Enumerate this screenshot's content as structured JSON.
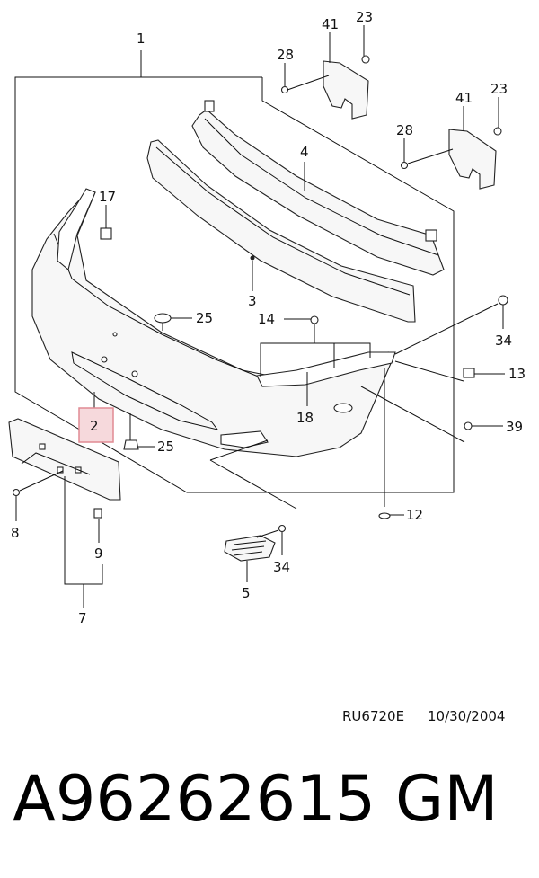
{
  "callouts": {
    "c1": "1",
    "c2": "2",
    "c3": "3",
    "c4": "4",
    "c5": "5",
    "c7": "7",
    "c8": "8",
    "c9": "9",
    "c12": "12",
    "c13": "13",
    "c14": "14",
    "c17": "17",
    "c18": "18",
    "c23a": "23",
    "c23b": "23",
    "c25a": "25",
    "c25b": "25",
    "c28a": "28",
    "c28b": "28",
    "c34a": "34",
    "c34b": "34",
    "c39": "39",
    "c41a": "41",
    "c41b": "41"
  },
  "highlighted_callout": "2",
  "highlight_color": "#f6d9dc",
  "footer": {
    "reference_code": "RU6720E",
    "reference_date": "10/30/2004",
    "part_number": "A96262615",
    "brand": "GM"
  }
}
